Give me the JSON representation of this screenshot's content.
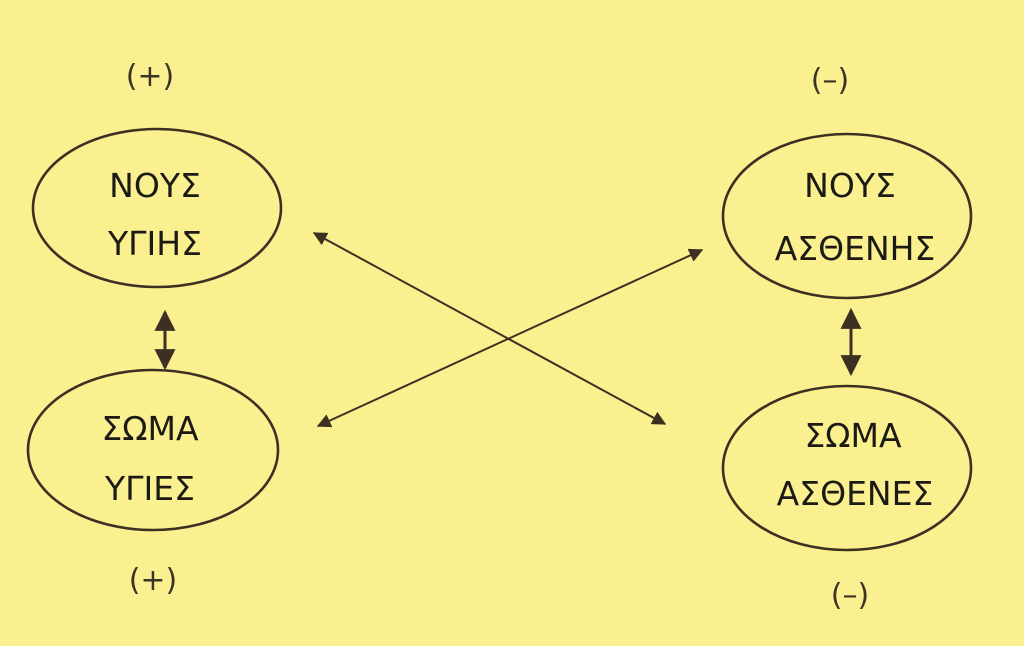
{
  "nodes": {
    "healthy_mind": {
      "line1": "ΝΟΥΣ",
      "line2": "ΥΓΙΗΣ",
      "sign": "(+)"
    },
    "healthy_body": {
      "line1": "ΣΩΜΑ",
      "line2": "ΥΓΙΕΣ",
      "sign": "(+)"
    },
    "sick_mind": {
      "line1": "ΝΟΥΣ",
      "line2": "ΑΣΘΕΝΗΣ",
      "sign": "(–)"
    },
    "sick_body": {
      "line1": "ΣΩΜΑ",
      "line2": "ΑΣΘΕΝΕΣ",
      "sign": "(–)"
    }
  },
  "colors": {
    "background": "#fbf08f",
    "ink": "#3c3022"
  }
}
